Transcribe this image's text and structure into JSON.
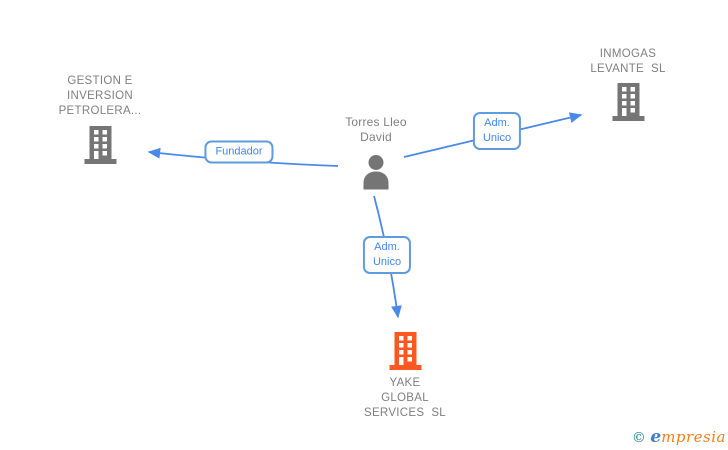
{
  "diagram": {
    "type": "corporate-relationship-graph",
    "colors": {
      "edge_blue": "#4a89e8",
      "label_border_blue": "#5f9bdf",
      "label_text_blue": "#4285f4",
      "node_text_gray": "#7f7f7f",
      "icon_gray": "#757575",
      "icon_orange": "#ff5722",
      "background": "#ffffff"
    },
    "nodes": {
      "person": {
        "label": "Torres Lleo\nDavid",
        "type": "person"
      },
      "gestion": {
        "label": "GESTION E\nINVERSION\nPETROLERA...",
        "type": "company"
      },
      "inmogas": {
        "label": "INMOGAS\nLEVANTE  SL",
        "type": "company"
      },
      "yake": {
        "label": "YAKE\nGLOBAL\nSERVICES  SL",
        "type": "company",
        "highlighted": true
      }
    },
    "edges": {
      "fundador": {
        "label": "Fundador",
        "from": "Torres Lleo David",
        "to": "GESTION E INVERSION PETROLERA..."
      },
      "adm_unico_right": {
        "label": "Adm.\nUnico",
        "from": "Torres Lleo David",
        "to": "INMOGAS LEVANTE SL"
      },
      "adm_unico_bottom": {
        "label": "Adm.\nUnico",
        "from": "Torres Lleo David",
        "to": "YAKE GLOBAL SERVICES SL"
      }
    }
  },
  "watermark": {
    "copyright": "© ",
    "brand_initial": "e",
    "brand_rest": "mpresia"
  }
}
